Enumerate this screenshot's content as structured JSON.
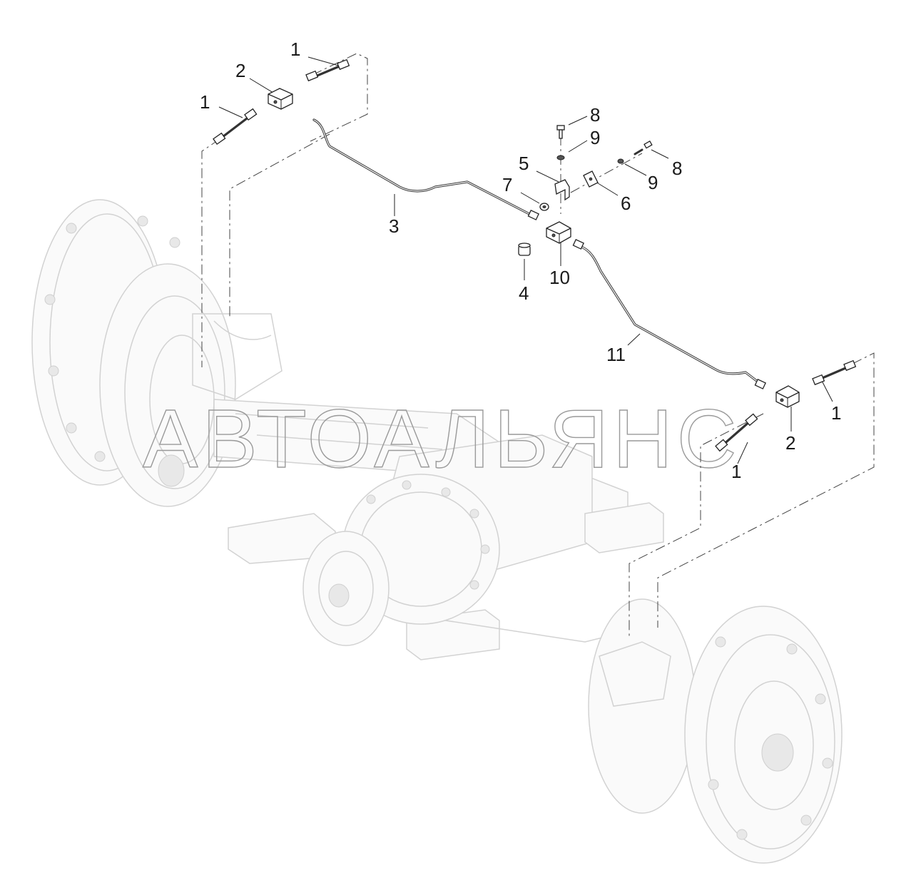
{
  "diagram": {
    "watermark": "АВТОАЛЬЯНС",
    "callouts": [
      {
        "id": "c1a",
        "label": "1"
      },
      {
        "id": "c2a",
        "label": "2"
      },
      {
        "id": "c1b",
        "label": "1"
      },
      {
        "id": "c8a",
        "label": "8"
      },
      {
        "id": "c9a",
        "label": "9"
      },
      {
        "id": "c5",
        "label": "5"
      },
      {
        "id": "c8b",
        "label": "8"
      },
      {
        "id": "c7",
        "label": "7"
      },
      {
        "id": "c9b",
        "label": "9"
      },
      {
        "id": "c6",
        "label": "6"
      },
      {
        "id": "c3",
        "label": "3"
      },
      {
        "id": "c10",
        "label": "10"
      },
      {
        "id": "c4",
        "label": "4"
      },
      {
        "id": "c11",
        "label": "11"
      },
      {
        "id": "c1c",
        "label": "1"
      },
      {
        "id": "c2b",
        "label": "2"
      },
      {
        "id": "c1d",
        "label": "1"
      }
    ]
  }
}
